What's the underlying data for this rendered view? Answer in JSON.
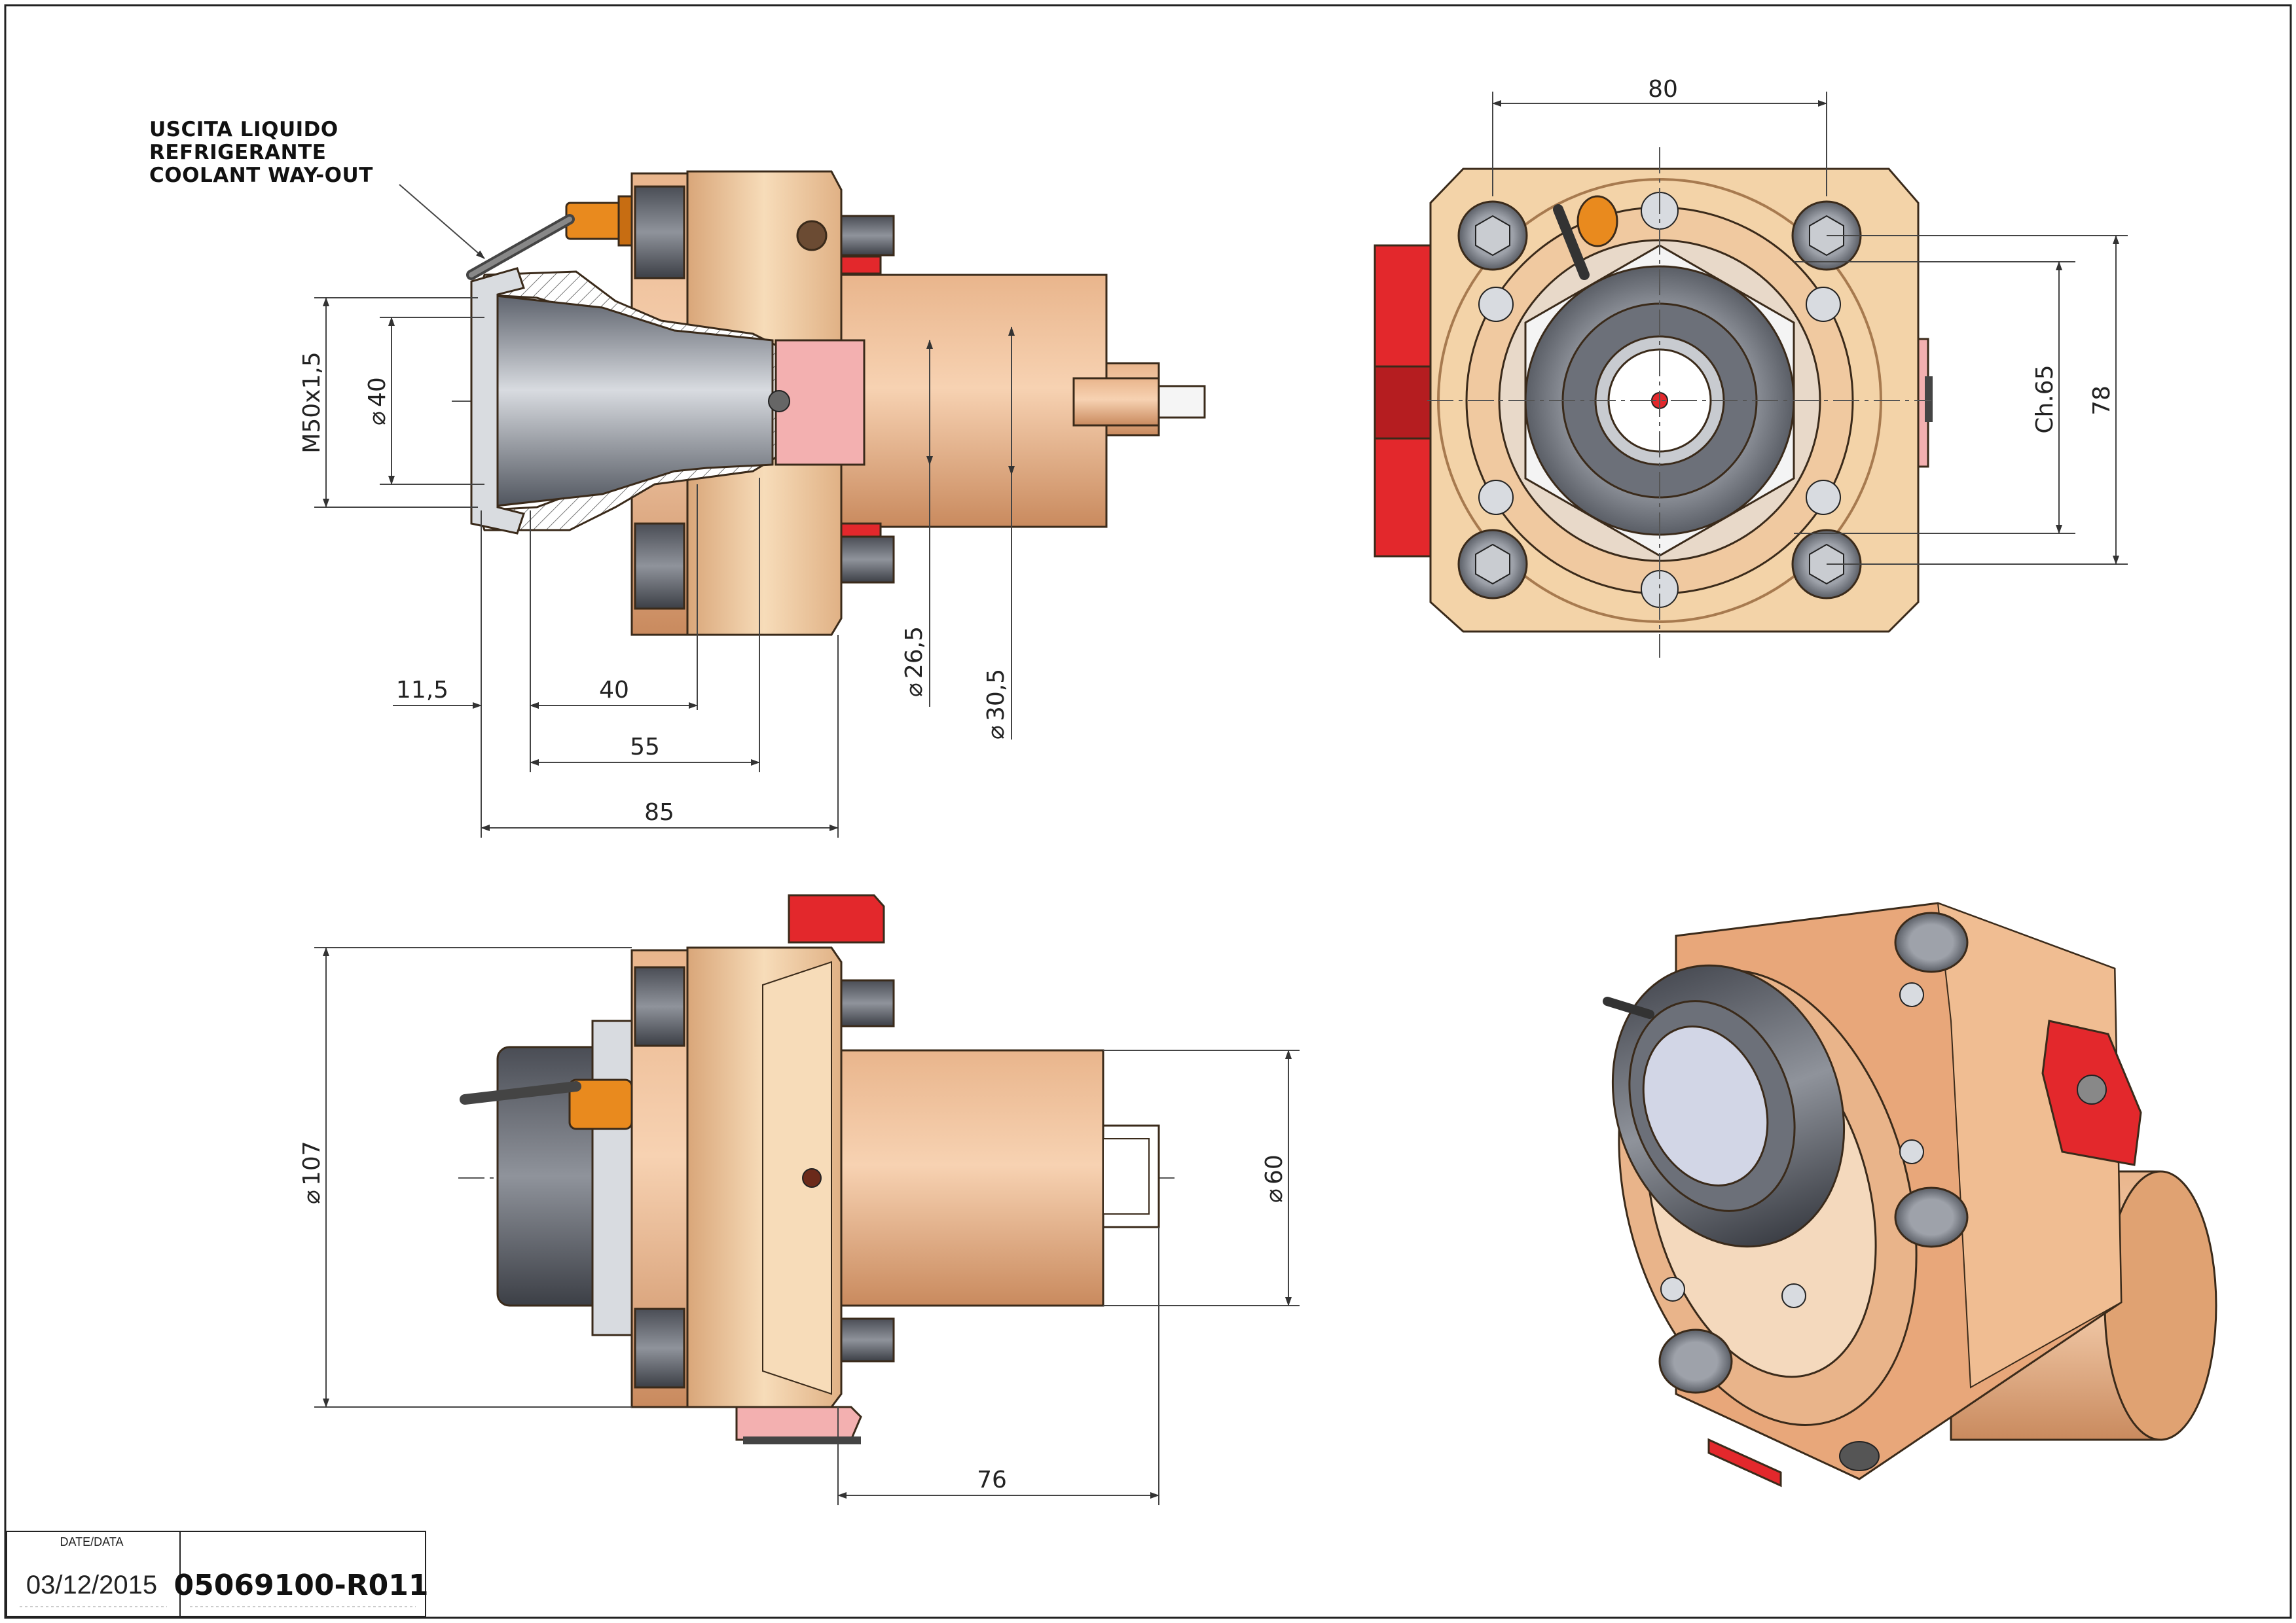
{
  "callout": {
    "lines": [
      "USCITA LIQUIDO",
      "REFRIGERANTE",
      "COOLANT WAY-OUT"
    ]
  },
  "section_view": {
    "dims": {
      "thread": "M50x1,5",
      "dia40": "40",
      "d11_5": "11,5",
      "d40": "40",
      "d55": "55",
      "d85": "85",
      "dia26_5": "26,5",
      "dia30_5": "30,5"
    }
  },
  "front_view": {
    "dims": {
      "d80": "80",
      "ch65": "Ch.65",
      "d78": "78"
    }
  },
  "side_view": {
    "dims": {
      "dia107": "107",
      "dia60": "60",
      "d76": "76"
    }
  },
  "title_block": {
    "date_label": "DATE/DATA",
    "date": "03/12/2015",
    "code": "05069100-R011"
  },
  "colors": {
    "body": "#e8a77a",
    "flange": "#f3d3a8",
    "steel": "#8a8f99",
    "red_block": "#e3282c",
    "orange_nozzle": "#e98a1e",
    "pink": "#f3b0b0"
  }
}
